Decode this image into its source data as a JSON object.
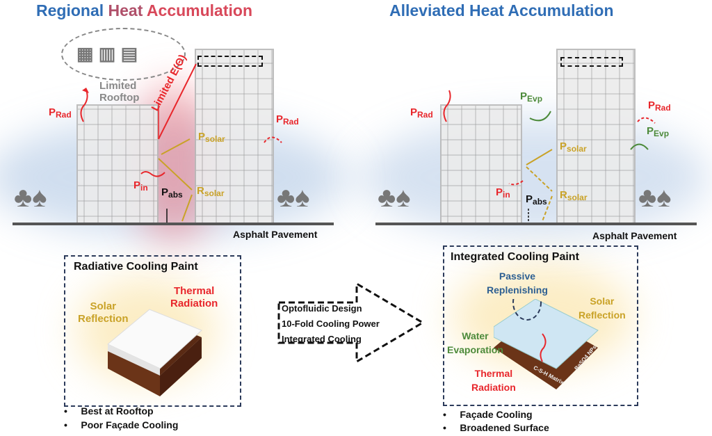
{
  "left": {
    "title_parts": [
      "Regional",
      "Heat",
      "Accumulation"
    ],
    "labels": {
      "limited_rooftop_1": "Limited",
      "limited_rooftop_2": "Rooftop",
      "limited_e": "Limited E(Θ)",
      "p_rad": "P",
      "rad": "Rad",
      "p_solar": "P",
      "solar": "solar",
      "p_in": "P",
      "in": "in",
      "p_abs": "P",
      "abs": "abs",
      "r_solar": "R",
      "r_sub": "solar",
      "p_rad2": "P",
      "rad2": "Rad"
    },
    "pavement": "Asphalt Pavement",
    "box": {
      "title": "Radiative Cooling Paint",
      "solar_1": "Solar",
      "solar_2": "Reflection",
      "thermal_1": "Thermal",
      "thermal_2": "Radiation"
    },
    "bullets": [
      "Best at Rooftop",
      "Poor Façade Cooling"
    ]
  },
  "arrow": {
    "lines": [
      "Optofluidic Design",
      "10-Fold Cooling Power",
      "Integrated Cooling"
    ]
  },
  "right": {
    "title": "Alleviated Heat Accumulation",
    "labels": {
      "p": "P",
      "rad": "Rad",
      "evp": "Evp",
      "solar": "solar",
      "in": "in",
      "abs": "abs",
      "r": "R"
    },
    "pavement": "Asphalt Pavement",
    "box": {
      "title": "Integrated Cooling Paint",
      "passive_1": "Passive",
      "passive_2": "Replenishing",
      "solar_1": "Solar",
      "solar_2": "Reflection",
      "water_1": "Water",
      "water_2": "Evaporation",
      "thermal_1": "Thermal",
      "thermal_2": "Radiation",
      "csh": "C-S-H Matrix",
      "baso4": "BaSO4 NPs"
    },
    "bullets": [
      "Façade Cooling",
      "Broadened Surface"
    ]
  },
  "colors": {
    "blue": "#2f6db5",
    "red": "#e8262b",
    "gold": "#c9a227",
    "green": "#4c8a3a"
  }
}
